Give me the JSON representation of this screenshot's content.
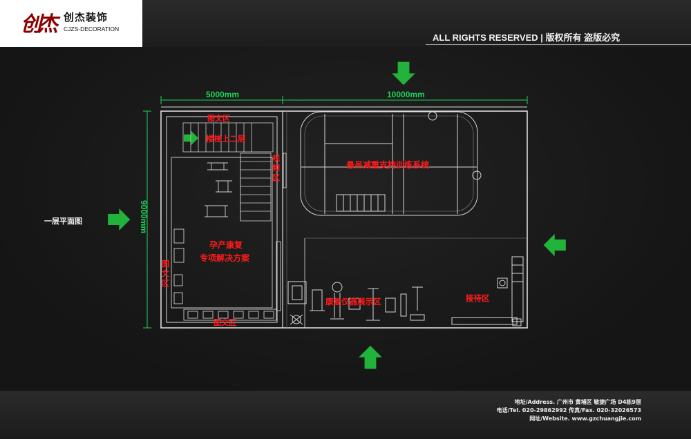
{
  "logo": {
    "mark": "创杰",
    "name_cn": "创杰装饰",
    "name_en": "CJZS-DECORATION"
  },
  "header": {
    "rights": "ALL RIGHTS RESERVED | 版权所有  盗版必究"
  },
  "plan": {
    "floor_label": "一层平面图",
    "dim_top_left": "5000mm",
    "dim_top_right": "10000mm",
    "dim_left": "9000mm",
    "zones": {
      "graphic_top": "图文区",
      "stairs": "楼梯上二层",
      "video_1": "视",
      "video_2": "频",
      "video_3": "区",
      "maternal_1": "孕产康复",
      "maternal_2": "专项解决方案",
      "graphic_left_1": "图",
      "graphic_left_2": "文",
      "graphic_left_3": "区",
      "graphic_bottom": "图文区",
      "suspension": "悬吊减重支持训练系统",
      "rehab_display": "康复仪器展示区",
      "reception": "接待区"
    },
    "colors": {
      "label_red": "#ff1a1a",
      "arrow_green": "#22b33a",
      "dim_green": "#1fd25a",
      "line": "#dcdcdc"
    }
  },
  "footer": {
    "address": "地址/Address. 广州市 黄埔区 敏捷广场 D4栋9层",
    "phone": "电话/Tel. 020-29862992  传真/Fax. 020-32026573",
    "website": "网址/Website. www.gzchuangjie.com"
  }
}
